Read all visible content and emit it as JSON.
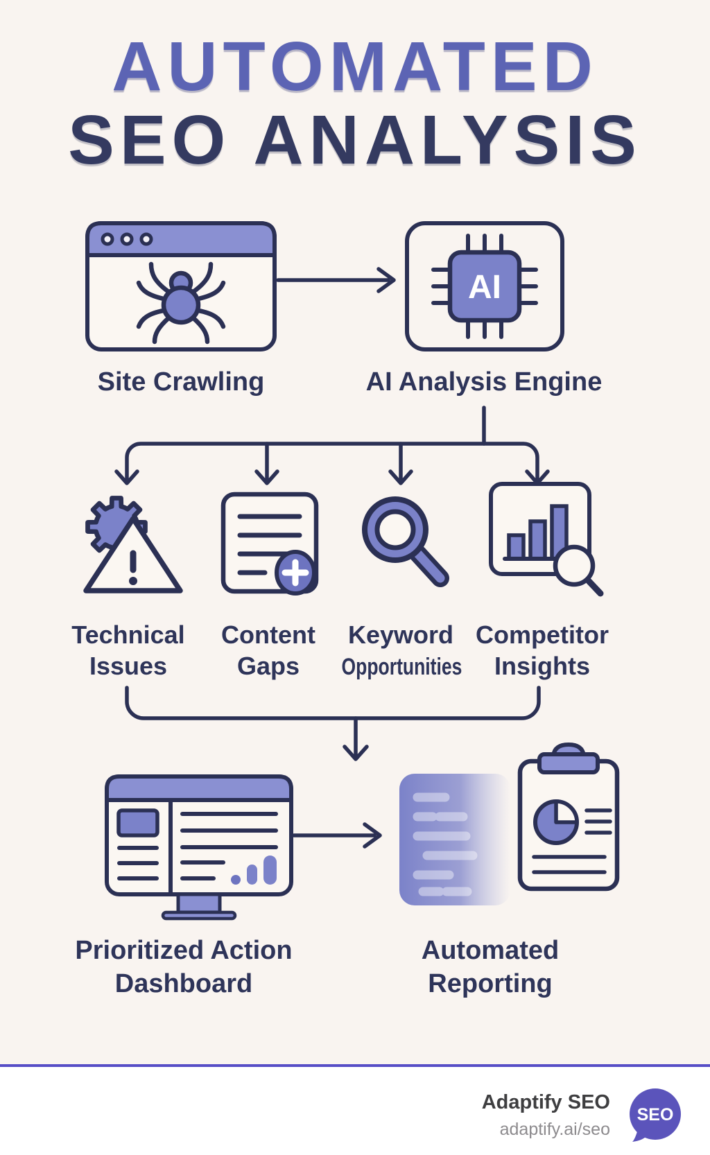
{
  "title": {
    "line1": "AUTOMATED",
    "line2": "SEO ANALYSIS"
  },
  "colors": {
    "background": "#f9f4f0",
    "accent_purple": "#7b82c9",
    "titlebar_purple": "#8a90d2",
    "outline_navy": "#2b3054",
    "title_purple": "#5c64b4",
    "title_navy": "#343a60",
    "divider_purple": "#574ec6",
    "logo_purple": "#5b54bb"
  },
  "flow": {
    "site_crawling": {
      "label": "Site Crawling",
      "icon": "browser-spider-icon"
    },
    "ai_engine": {
      "label": "AI Analysis Engine",
      "chip_text": "AI",
      "icon": "ai-chip-icon"
    },
    "outputs": [
      {
        "label_line1": "Technical",
        "label_line2": "Issues",
        "icon": "gear-warning-icon"
      },
      {
        "label_line1": "Content",
        "label_line2": "Gaps",
        "icon": "document-plus-icon"
      },
      {
        "label_line1": "Keyword",
        "label_line2": "Opportunities",
        "icon": "magnifier-icon"
      },
      {
        "label_line1": "Competitor",
        "label_line2": "Insights",
        "icon": "bar-chart-magnifier-icon"
      }
    ],
    "dashboard": {
      "label_line1": "Prioritized Action",
      "label_line2": "Dashboard",
      "icon": "monitor-dashboard-icon"
    },
    "reporting": {
      "label_line1": "Automated",
      "label_line2": "Reporting",
      "icons": [
        "gradient-report-icon",
        "clipboard-pie-icon"
      ]
    }
  },
  "footer": {
    "brand": "Adaptify SEO",
    "url": "adaptify.ai/seo",
    "logo_text": "SEO"
  }
}
